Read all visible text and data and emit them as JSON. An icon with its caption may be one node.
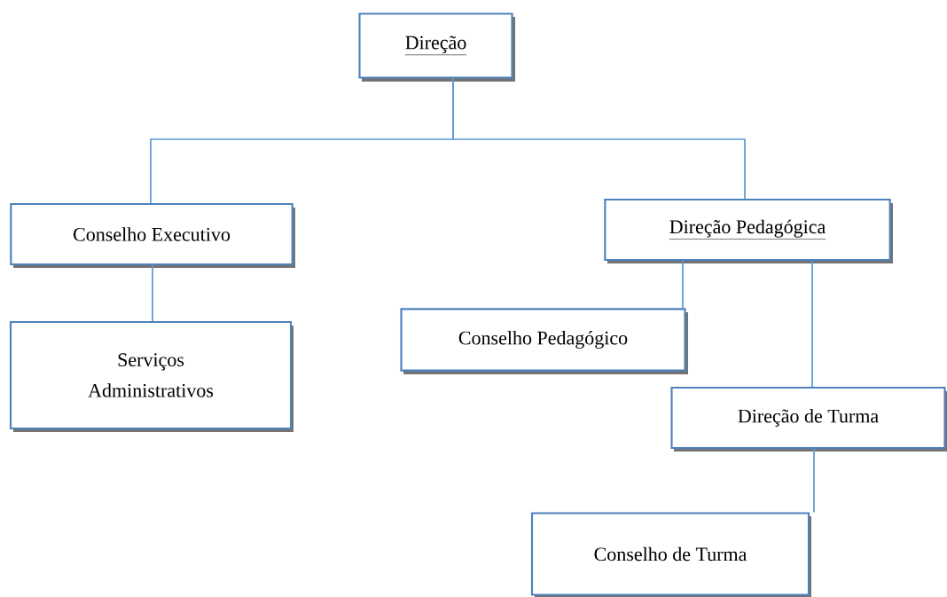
{
  "diagram": {
    "nodes": [
      {
        "text": [
          "Direção"
        ]
      },
      {
        "text": [
          "Conselho Executivo"
        ]
      },
      {
        "text": [
          "Direção Pedagógica"
        ]
      },
      {
        "text": [
          "Serviços Administrativos"
        ]
      },
      {
        "text": [
          "Conselho Pedagógico"
        ]
      },
      {
        "text": [
          "Direção de Turma"
        ]
      },
      {
        "text": [
          "Conselho de Turma"
        ]
      }
    ],
    "edges": [
      {
        "from": 0,
        "to": 1,
        "arrow": "none"
      },
      {
        "from": 0,
        "to": 2,
        "arrow": "none"
      },
      {
        "from": 1,
        "to": 3,
        "arrow": "none"
      },
      {
        "from": 2,
        "to": 4,
        "arrow": "none"
      },
      {
        "from": 2,
        "to": 5,
        "arrow": "none"
      },
      {
        "from": 5,
        "to": 6,
        "arrow": "none"
      }
    ]
  }
}
